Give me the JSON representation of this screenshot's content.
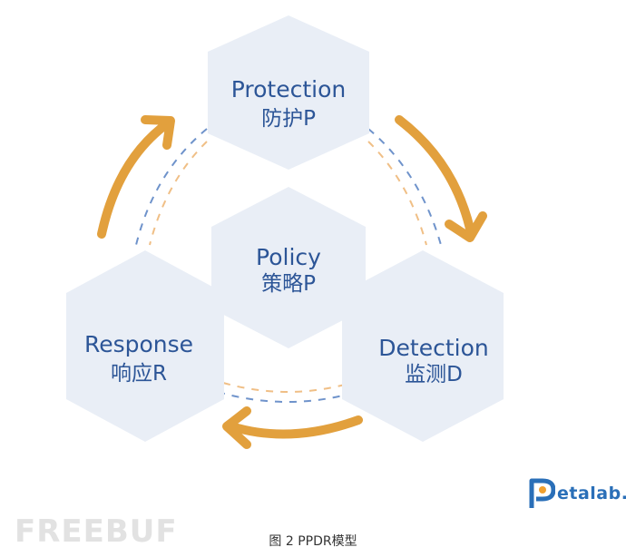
{
  "nodes": {
    "protection": {
      "en": "Protection",
      "cn": "防护P"
    },
    "detection": {
      "en": "Detection",
      "cn": "监测D"
    },
    "response": {
      "en": "Response",
      "cn": "响应R"
    },
    "policy": {
      "en": "Policy",
      "cn": "策略P"
    }
  },
  "brand": {
    "initial": "P",
    "text": "etalab."
  },
  "watermark": "FREEBUF",
  "caption": "图 2 PPDR模型",
  "colors": {
    "hex_fill": "#e9eef6",
    "text_blue": "#2c5597",
    "arrow_orange": "#e2a03d",
    "dash_blue": "#6f93cb",
    "dash_orange": "#f0bf86",
    "brand_blue": "#2a6fb8"
  }
}
